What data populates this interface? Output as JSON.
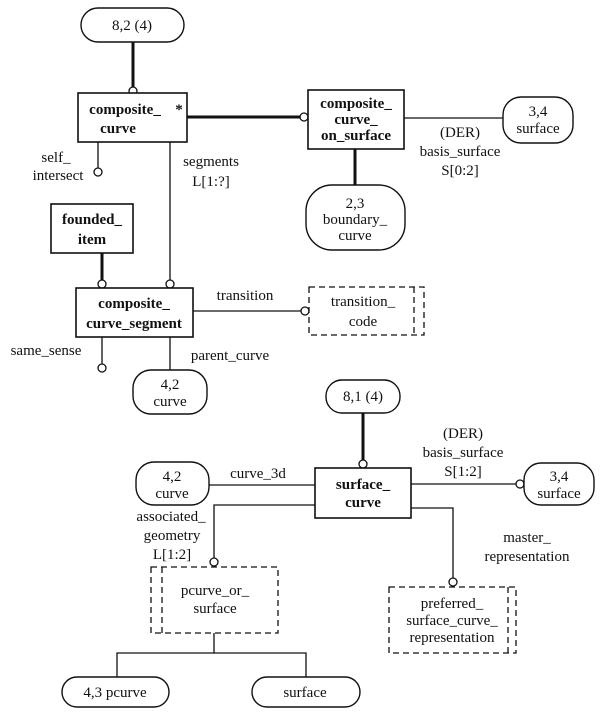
{
  "diagram": {
    "type": "EXPRESS-G",
    "entities": {
      "composite_curve": {
        "lines": [
          "composite_",
          "curve"
        ],
        "marker": "*"
      },
      "composite_curve_on_surface": {
        "lines": [
          "composite_",
          "curve_",
          "on_surface"
        ]
      },
      "founded_item": {
        "lines": [
          "founded_",
          "item"
        ]
      },
      "composite_curve_segment": {
        "lines": [
          "composite_",
          "curve_segment"
        ]
      },
      "surface_curve": {
        "lines": [
          "surface_",
          "curve"
        ]
      }
    },
    "types": {
      "transition_code": {
        "lines": [
          "transition_",
          "code"
        ]
      },
      "pcurve_or_surface": {
        "lines": [
          "pcurve_or_",
          "surface"
        ]
      },
      "preferred_surface_curve_representation": {
        "lines": [
          "preferred_",
          "surface_curve_",
          "representation"
        ]
      }
    },
    "references": {
      "ref_8_2": {
        "lines": [
          "8,2 (4)"
        ]
      },
      "ref_3_4_top": {
        "lines": [
          "3,4",
          "surface"
        ]
      },
      "ref_2_3": {
        "lines": [
          "2,3",
          "boundary_",
          "curve"
        ]
      },
      "ref_4_2_top": {
        "lines": [
          "4,2",
          "curve"
        ]
      },
      "ref_8_1": {
        "lines": [
          "8,1 (4)"
        ]
      },
      "ref_4_2_bottom": {
        "lines": [
          "4,2",
          "curve"
        ]
      },
      "ref_3_4_bottom": {
        "lines": [
          "3,4",
          "surface"
        ]
      },
      "ref_4_3_pcurve": {
        "lines": [
          "4,3 pcurve"
        ]
      },
      "surface": {
        "lines": [
          "surface"
        ]
      }
    },
    "labels": {
      "self_intersect": [
        "self_",
        "intersect"
      ],
      "segments": [
        "segments",
        "L[1:?]"
      ],
      "basis_surface_top": [
        "(DER)",
        "basis_surface",
        "S[0:2]"
      ],
      "transition": [
        "transition"
      ],
      "same_sense": [
        "same_sense"
      ],
      "parent_curve": [
        "parent_curve"
      ],
      "basis_surface_bottom": [
        "(DER)",
        "basis_surface",
        "S[1:2]"
      ],
      "curve_3d": [
        "curve_3d"
      ],
      "associated_geometry": [
        "associated_",
        "geometry",
        "L[1:2]"
      ],
      "master_representation": [
        "master_",
        "representation"
      ]
    }
  }
}
